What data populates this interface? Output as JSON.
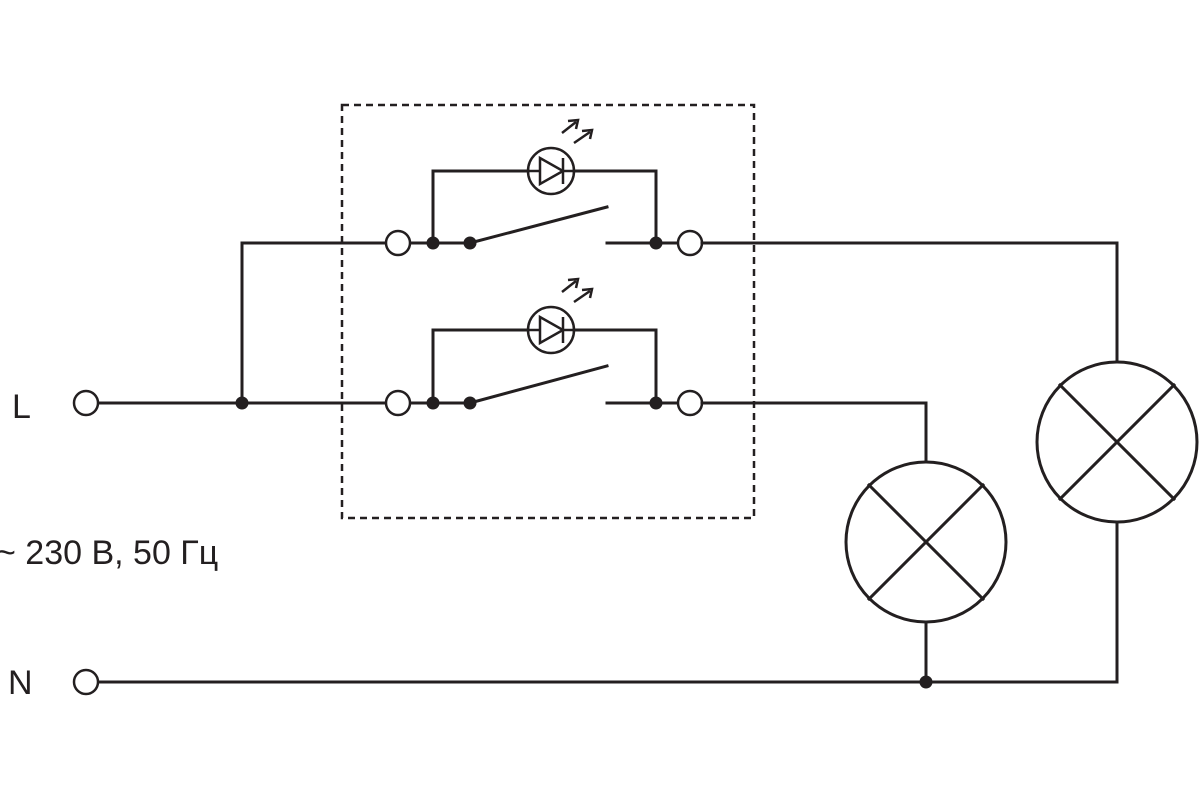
{
  "labels": {
    "line": "L",
    "neutral": "N",
    "supply": "~ 230 В, 50 Гц"
  },
  "colors": {
    "stroke": "#231f20",
    "background": "#ffffff"
  },
  "components": {
    "switch_unit": "two-gang switch with LED indicators",
    "lamps": [
      "lamp-1",
      "lamp-2"
    ],
    "icons": [
      "led-icon",
      "lamp-icon",
      "switch-contact-icon",
      "terminal-icon"
    ]
  }
}
